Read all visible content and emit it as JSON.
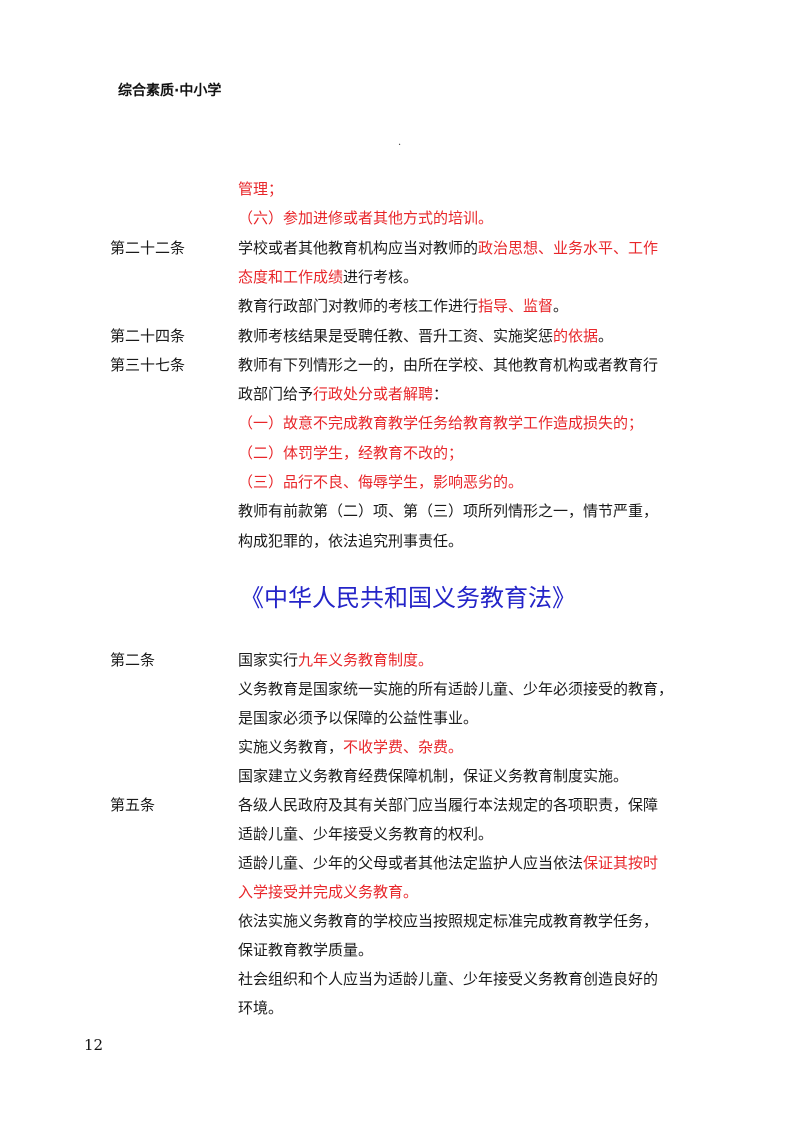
{
  "header": {
    "text": "综合素质·中小学"
  },
  "dot": "·",
  "section1": {
    "lines": [
      {
        "segs": [
          {
            "t": "管理；",
            "r": true
          }
        ]
      },
      {
        "segs": [
          {
            "t": "（六）参加进修或者其他方式的培训。",
            "r": true
          }
        ]
      },
      {
        "article": "第二十二条",
        "segs": [
          {
            "t": "学校或者其他教育机构应当对教师的",
            "r": false
          },
          {
            "t": "政治思想、业务水平、工作",
            "r": true
          }
        ]
      },
      {
        "segs": [
          {
            "t": "态度和工作成绩",
            "r": true
          },
          {
            "t": "进行考核。",
            "r": false
          }
        ]
      },
      {
        "segs": [
          {
            "t": "教育行政部门对教师的考核工作进行",
            "r": false
          },
          {
            "t": "指导、监督",
            "r": true
          },
          {
            "t": "。",
            "r": false
          }
        ]
      },
      {
        "article": "第二十四条",
        "segs": [
          {
            "t": "教师考核结果是受聘任教、晋升工资、实施奖惩",
            "r": false
          },
          {
            "t": "的依据",
            "r": true
          },
          {
            "t": "。",
            "r": false
          }
        ]
      },
      {
        "article": "第三十七条",
        "segs": [
          {
            "t": "教师有下列情形之一的，由所在学校、其他教育机构或者教育行",
            "r": false
          }
        ]
      },
      {
        "segs": [
          {
            "t": "政部门给予",
            "r": false
          },
          {
            "t": "行政处分或者解聘",
            "r": true
          },
          {
            "t": "：",
            "r": false
          }
        ]
      },
      {
        "segs": [
          {
            "t": "（一）故意不完成教育教学任务给教育教学工作造成损失的；",
            "r": true
          }
        ]
      },
      {
        "segs": [
          {
            "t": "（二）体罚学生，经教育不改的；",
            "r": true
          }
        ]
      },
      {
        "segs": [
          {
            "t": "（三）品行不良、侮辱学生，影响恶劣的。",
            "r": true
          }
        ]
      },
      {
        "segs": [
          {
            "t": "教师有前款第（二）项、第（三）项所列情形之一，情节严重，",
            "r": false
          }
        ]
      },
      {
        "segs": [
          {
            "t": "构成犯罪的，依法追究刑事责任。",
            "r": false
          }
        ]
      }
    ]
  },
  "title": "《中华人民共和国义务教育法》",
  "section2": {
    "lines": [
      {
        "article": "第二条",
        "segs": [
          {
            "t": "国家实行",
            "r": false
          },
          {
            "t": "九年义务教育制度。",
            "r": true
          }
        ]
      },
      {
        "segs": [
          {
            "t": "义务教育是国家统一实施的所有适龄儿童、少年必须接受的教育，",
            "r": false
          }
        ]
      },
      {
        "segs": [
          {
            "t": "是国家必须予以保障的公益性事业。",
            "r": false
          }
        ]
      },
      {
        "segs": [
          {
            "t": "实施义务教育，",
            "r": false
          },
          {
            "t": "不收学费、杂费。",
            "r": true
          }
        ]
      },
      {
        "segs": [
          {
            "t": "国家建立义务教育经费保障机制，保证义务教育制度实施。",
            "r": false
          }
        ]
      },
      {
        "article": "第五条",
        "segs": [
          {
            "t": "各级人民政府及其有关部门应当履行本法规定的各项职责，保障",
            "r": false
          }
        ]
      },
      {
        "segs": [
          {
            "t": "适龄儿童、少年接受义务教育的权利。",
            "r": false
          }
        ]
      },
      {
        "segs": [
          {
            "t": "适龄儿童、少年的父母或者其他法定监护人应当依法",
            "r": false
          },
          {
            "t": "保证其按时",
            "r": true
          }
        ]
      },
      {
        "segs": [
          {
            "t": "入学接受并完成义务教育。",
            "r": true
          }
        ]
      },
      {
        "segs": [
          {
            "t": "依法实施义务教育的学校应当按照规定标准完成教育教学任务，",
            "r": false
          }
        ]
      },
      {
        "segs": [
          {
            "t": "保证教育教学质量。",
            "r": false
          }
        ]
      },
      {
        "segs": [
          {
            "t": "社会组织和个人应当为适龄儿童、少年接受义务教育创造良好的",
            "r": false
          }
        ]
      },
      {
        "segs": [
          {
            "t": "环境。",
            "r": false
          }
        ]
      }
    ]
  },
  "page_number": "12"
}
